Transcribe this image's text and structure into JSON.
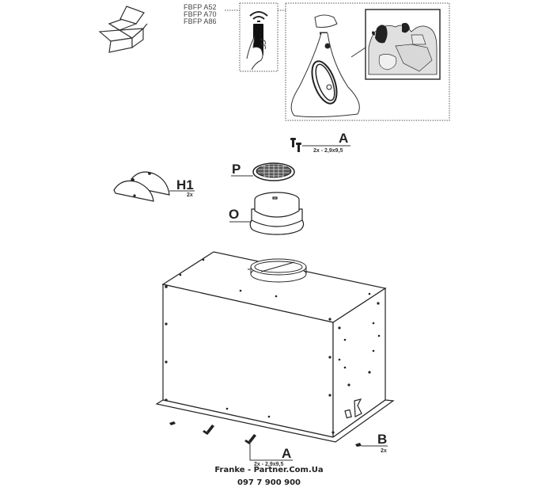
{
  "diagram": {
    "type": "product-contents-exploded-view",
    "remote": {
      "models": [
        "FBFP A52",
        "FBFP A70",
        "FBFP A86"
      ]
    },
    "parts": {
      "screws_top": {
        "letter": "A",
        "qty": "2x - 2,9x9,5"
      },
      "filter": {
        "letter": "P"
      },
      "half_covers": {
        "letter": "H1",
        "qty": "2x"
      },
      "adapter": {
        "letter": "O"
      },
      "screws_bottom": {
        "letter": "A",
        "qty": "2x - 2,9x9,5"
      },
      "clips": {
        "letter": "B",
        "qty": "2x"
      }
    },
    "watermark": {
      "site": "Franke - Partner.Com.Ua",
      "phone": "097 7 900 900"
    }
  }
}
